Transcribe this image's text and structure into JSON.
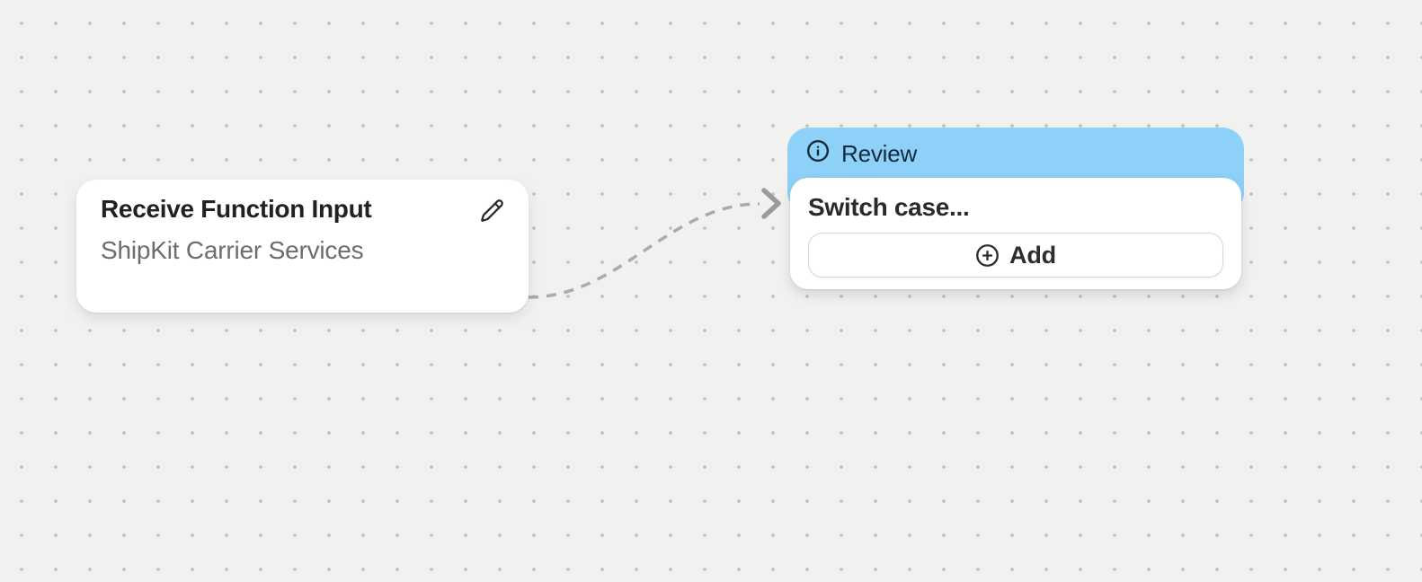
{
  "canvas": {
    "background_color": "#f1f1f0",
    "dot_color": "#bdbdbd"
  },
  "connector": {
    "style": "dashed-curve",
    "line_color": "#ababab",
    "arrowhead_color": "#9b9b9b",
    "from": "receive-function-input-node",
    "to": "review-block"
  },
  "nodes": {
    "receive_input": {
      "title": "Receive Function Input",
      "subtitle": "ShipKit Carrier Services",
      "edit_icon": "pencil-icon"
    },
    "review_block": {
      "header": {
        "label": "Review",
        "icon": "info-icon",
        "color": "#8ed1f8",
        "text_color": "#112b3c"
      },
      "card": {
        "title": "Switch case...",
        "add_button": {
          "label": "Add",
          "icon": "plus-circle-icon"
        }
      }
    }
  }
}
